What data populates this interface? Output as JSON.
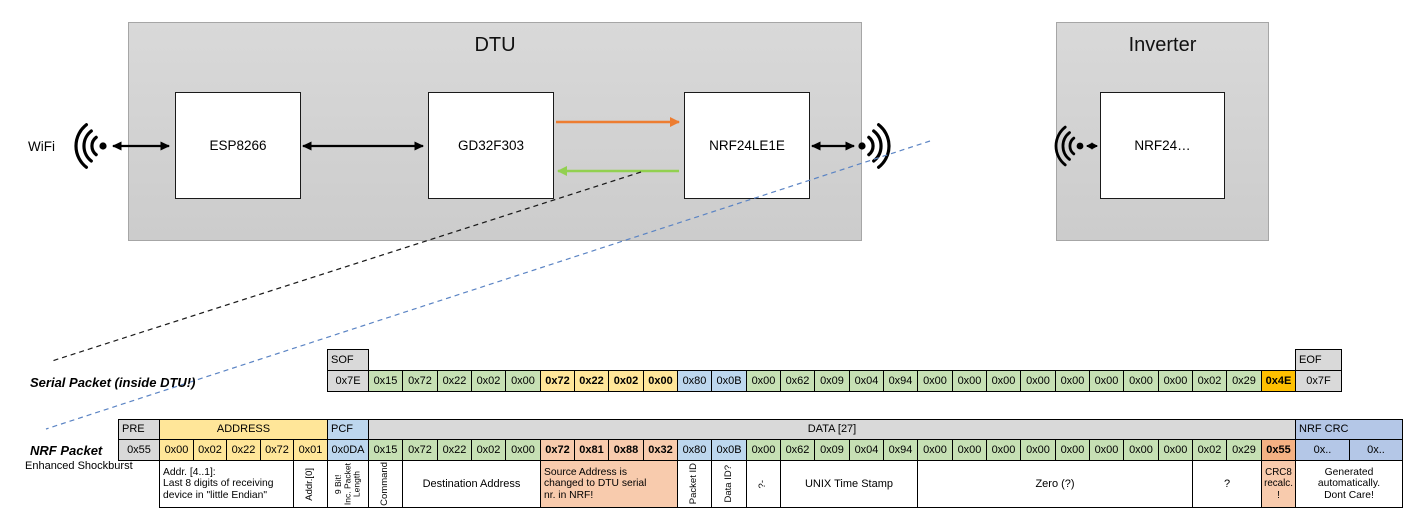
{
  "palette": {
    "green": "#C6E0B4",
    "blue": "#BDD7EE",
    "yellow": "#FFE699",
    "gray": "#D9D9D9",
    "peach": "#F8CBAD",
    "gold": "#FFC000",
    "orange": "#F4B183",
    "crcblue": "#B4C7E7",
    "white": "#FFFFFF",
    "uart_tx_arrow": "#ED7D31",
    "uart_rx_arrow": "#92D050",
    "serial_callout_line": "#1A1A1A",
    "nrf_callout_line": "#5B84C4"
  },
  "diagram": {
    "wifi_label": "WiFi",
    "dtu": {
      "title": "DTU",
      "chips": [
        "ESP8266",
        "GD32F303",
        "NRF24LE1E"
      ]
    },
    "inverter": {
      "title": "Inverter",
      "chips": [
        "NRF24…"
      ]
    }
  },
  "serial_packet": {
    "label": "Serial Packet (inside DTU!)",
    "sof_header": "SOF",
    "sof_value": "0x7E",
    "eof_header": "EOF",
    "eof_value": "0x7F",
    "bytes": [
      {
        "v": "0x15",
        "c": "green"
      },
      {
        "v": "0x72",
        "c": "green"
      },
      {
        "v": "0x22",
        "c": "green"
      },
      {
        "v": "0x02",
        "c": "green"
      },
      {
        "v": "0x00",
        "c": "green"
      },
      {
        "v": "0x72",
        "c": "yellow",
        "b": true
      },
      {
        "v": "0x22",
        "c": "yellow",
        "b": true
      },
      {
        "v": "0x02",
        "c": "yellow",
        "b": true
      },
      {
        "v": "0x00",
        "c": "yellow",
        "b": true
      },
      {
        "v": "0x80",
        "c": "blue"
      },
      {
        "v": "0x0B",
        "c": "blue"
      },
      {
        "v": "0x00",
        "c": "green"
      },
      {
        "v": "0x62",
        "c": "green"
      },
      {
        "v": "0x09",
        "c": "green"
      },
      {
        "v": "0x04",
        "c": "green"
      },
      {
        "v": "0x94",
        "c": "green"
      },
      {
        "v": "0x00",
        "c": "green"
      },
      {
        "v": "0x00",
        "c": "green"
      },
      {
        "v": "0x00",
        "c": "green"
      },
      {
        "v": "0x00",
        "c": "green"
      },
      {
        "v": "0x00",
        "c": "green"
      },
      {
        "v": "0x00",
        "c": "green"
      },
      {
        "v": "0x00",
        "c": "green"
      },
      {
        "v": "0x00",
        "c": "green"
      },
      {
        "v": "0x02",
        "c": "green"
      },
      {
        "v": "0x29",
        "c": "green"
      },
      {
        "v": "0x4E",
        "c": "gold",
        "b": true
      }
    ]
  },
  "nrf_packet": {
    "label": "NRF Packet",
    "sublabel": "Enhanced Shockburst",
    "pre_header": "PRE",
    "pre_value": "0x55",
    "address_header": "ADDRESS",
    "address_values": [
      "0x00",
      "0x02",
      "0x22",
      "0x72",
      "0x01"
    ],
    "pcf_header": "PCF",
    "pcf_value": "0x0DA",
    "data_header": "DATA [27]",
    "crc_header": "NRF CRC",
    "crc_values": [
      "0x..",
      "0x.."
    ],
    "bytes": [
      {
        "v": "0x15",
        "c": "green"
      },
      {
        "v": "0x72",
        "c": "green"
      },
      {
        "v": "0x22",
        "c": "green"
      },
      {
        "v": "0x02",
        "c": "green"
      },
      {
        "v": "0x00",
        "c": "green"
      },
      {
        "v": "0x72",
        "c": "peach",
        "b": true
      },
      {
        "v": "0x81",
        "c": "peach",
        "b": true
      },
      {
        "v": "0x88",
        "c": "peach",
        "b": true
      },
      {
        "v": "0x32",
        "c": "peach",
        "b": true
      },
      {
        "v": "0x80",
        "c": "blue"
      },
      {
        "v": "0x0B",
        "c": "blue"
      },
      {
        "v": "0x00",
        "c": "green"
      },
      {
        "v": "0x62",
        "c": "green"
      },
      {
        "v": "0x09",
        "c": "green"
      },
      {
        "v": "0x04",
        "c": "green"
      },
      {
        "v": "0x94",
        "c": "green"
      },
      {
        "v": "0x00",
        "c": "green"
      },
      {
        "v": "0x00",
        "c": "green"
      },
      {
        "v": "0x00",
        "c": "green"
      },
      {
        "v": "0x00",
        "c": "green"
      },
      {
        "v": "0x00",
        "c": "green"
      },
      {
        "v": "0x00",
        "c": "green"
      },
      {
        "v": "0x00",
        "c": "green"
      },
      {
        "v": "0x00",
        "c": "green"
      },
      {
        "v": "0x02",
        "c": "green"
      },
      {
        "v": "0x29",
        "c": "green"
      },
      {
        "v": "0x55",
        "c": "orange",
        "b": true
      }
    ]
  },
  "annotations": [
    {
      "name": "addr-4-1",
      "area": "addr",
      "from": 0,
      "to": 3,
      "text": "Addr. [4..1]:\nLast 8 digits of receiving\ndevice in \"little Endian\"",
      "align": "left",
      "fs": 10.3
    },
    {
      "name": "addr-0",
      "area": "addr",
      "from": 4,
      "to": 4,
      "text": "Addr.[0]",
      "rot": true,
      "fs": 9.5
    },
    {
      "name": "pcf-length",
      "area": "pcf",
      "text": "9 Bit!\nInc. Packet\nLength",
      "rot": true,
      "fs": 8.5
    },
    {
      "name": "command",
      "area": "data",
      "from": 0,
      "to": 0,
      "text": "Command",
      "rot": true,
      "fs": 9.5
    },
    {
      "name": "destination-address",
      "area": "data",
      "from": 1,
      "to": 4,
      "text": "Destination Address",
      "fs": 11
    },
    {
      "name": "source-address-note",
      "area": "data",
      "from": 5,
      "to": 8,
      "text": "Source Address is\nchanged to DTU serial\nnr. in NRF!",
      "bg": "peach",
      "align": "left",
      "fs": 10.3
    },
    {
      "name": "packet-id",
      "area": "data",
      "from": 9,
      "to": 9,
      "text": "Packet ID",
      "rot": true,
      "fs": 9.5
    },
    {
      "name": "data-id",
      "area": "data",
      "from": 10,
      "to": 10,
      "text": "Data ID?",
      "rot": true,
      "fs": 9.5
    },
    {
      "name": "unknown-1",
      "area": "data",
      "from": 11,
      "to": 11,
      "text": "?-",
      "rot": true,
      "fs": 9.5
    },
    {
      "name": "unix-timestamp",
      "area": "data",
      "from": 12,
      "to": 15,
      "text": "UNIX Time Stamp",
      "fs": 11
    },
    {
      "name": "zero",
      "area": "data",
      "from": 16,
      "to": 23,
      "text": "Zero (?)",
      "fs": 11
    },
    {
      "name": "unknown-2",
      "area": "data",
      "from": 24,
      "to": 25,
      "text": "?",
      "fs": 11
    },
    {
      "name": "crc8-note",
      "area": "data",
      "from": 26,
      "to": 26,
      "text": "CRC8\nrecalc.\n!",
      "bg": "peach",
      "fs": 9.8
    },
    {
      "name": "nrf-crc-note",
      "area": "crc",
      "text": "Generated\nautomatically.\nDont Care!",
      "fs": 10.3
    }
  ]
}
